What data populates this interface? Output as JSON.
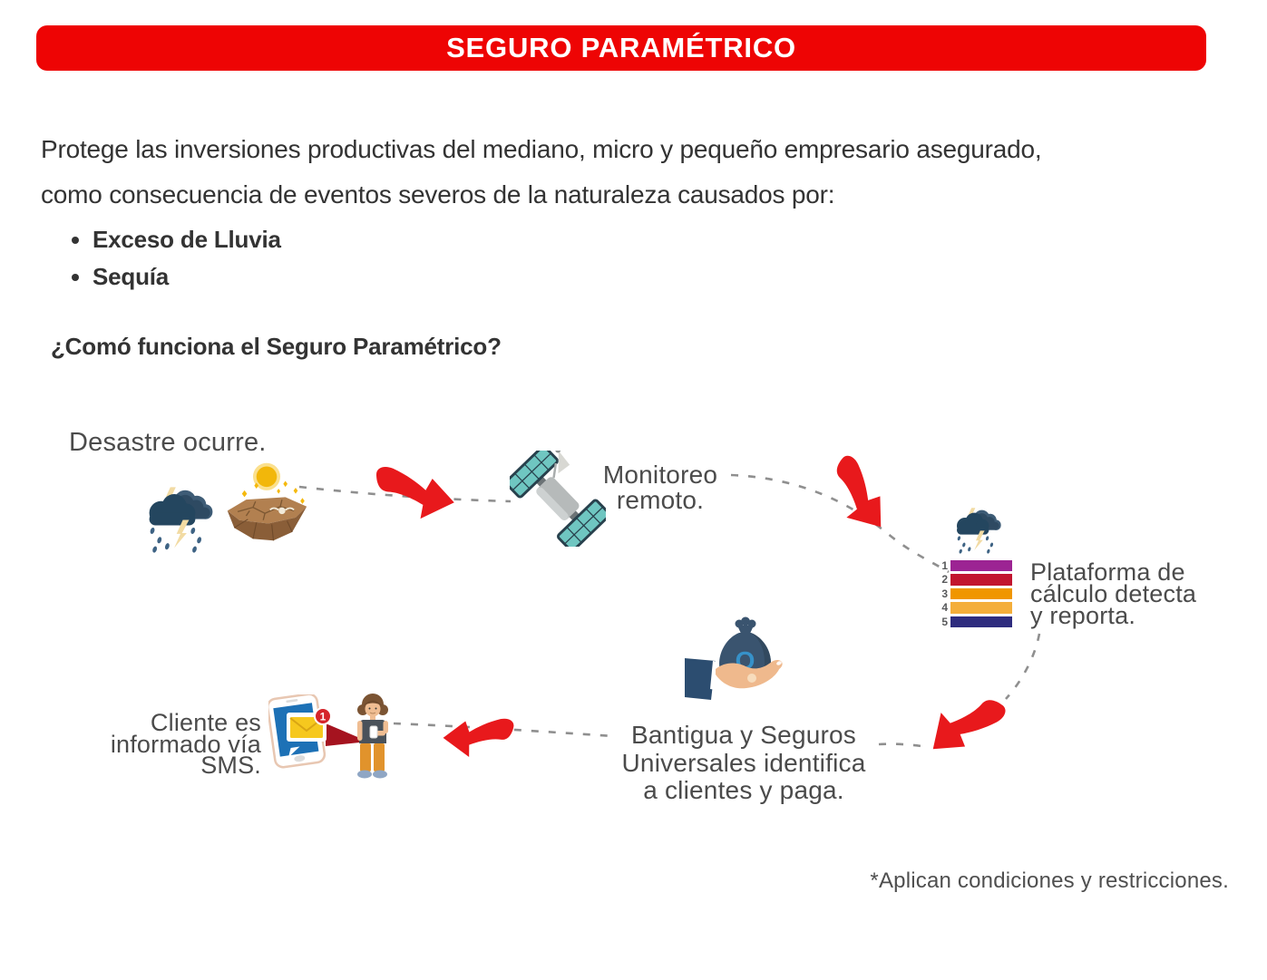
{
  "header": {
    "title": "SEGURO PARAMÉTRICO",
    "bar_color": "#ee0404"
  },
  "intro": {
    "paragraph": "Protege las inversiones productivas del mediano, micro y pequeño empresario asegurado,\ncomo consecuencia de eventos severos de la naturaleza causados por:",
    "bullets": [
      "Exceso de Lluvia",
      "Sequía"
    ],
    "question": "¿Comó funciona el Seguro Paramétrico?"
  },
  "flow": {
    "arrow_color": "#e8191c",
    "connector_color": "#8f8f8f",
    "step1": {
      "label": "Desastre ocurre.",
      "icons": [
        "storm-cloud-icon",
        "drought-icon"
      ]
    },
    "step2": {
      "label": "Monitoreo\nremoto.",
      "icon": "satellite-icon"
    },
    "step3": {
      "label": "Plataforma de\ncálculo detecta\ny reporta.",
      "icon": "storm-cloud-icon",
      "scale": [
        {
          "num": "1",
          "color": "#9c2493"
        },
        {
          "num": "2",
          "color": "#c2142f"
        },
        {
          "num": "3",
          "color": "#f09600"
        },
        {
          "num": "4",
          "color": "#f4ae3a"
        },
        {
          "num": "5",
          "color": "#2e2c7e"
        }
      ]
    },
    "step4": {
      "label": "Bantigua y Seguros\nUniversales identifica\na clientes y paga.",
      "icon": "moneybag-hand-icon",
      "bag_letter": "Q"
    },
    "step5": {
      "label": "Cliente es\ninformado vía\nSMS.",
      "icons": [
        "phone-message-icon",
        "client-person-icon"
      ],
      "notification_badge": "1"
    }
  },
  "footnote": "*Aplican condiciones y restricciones."
}
